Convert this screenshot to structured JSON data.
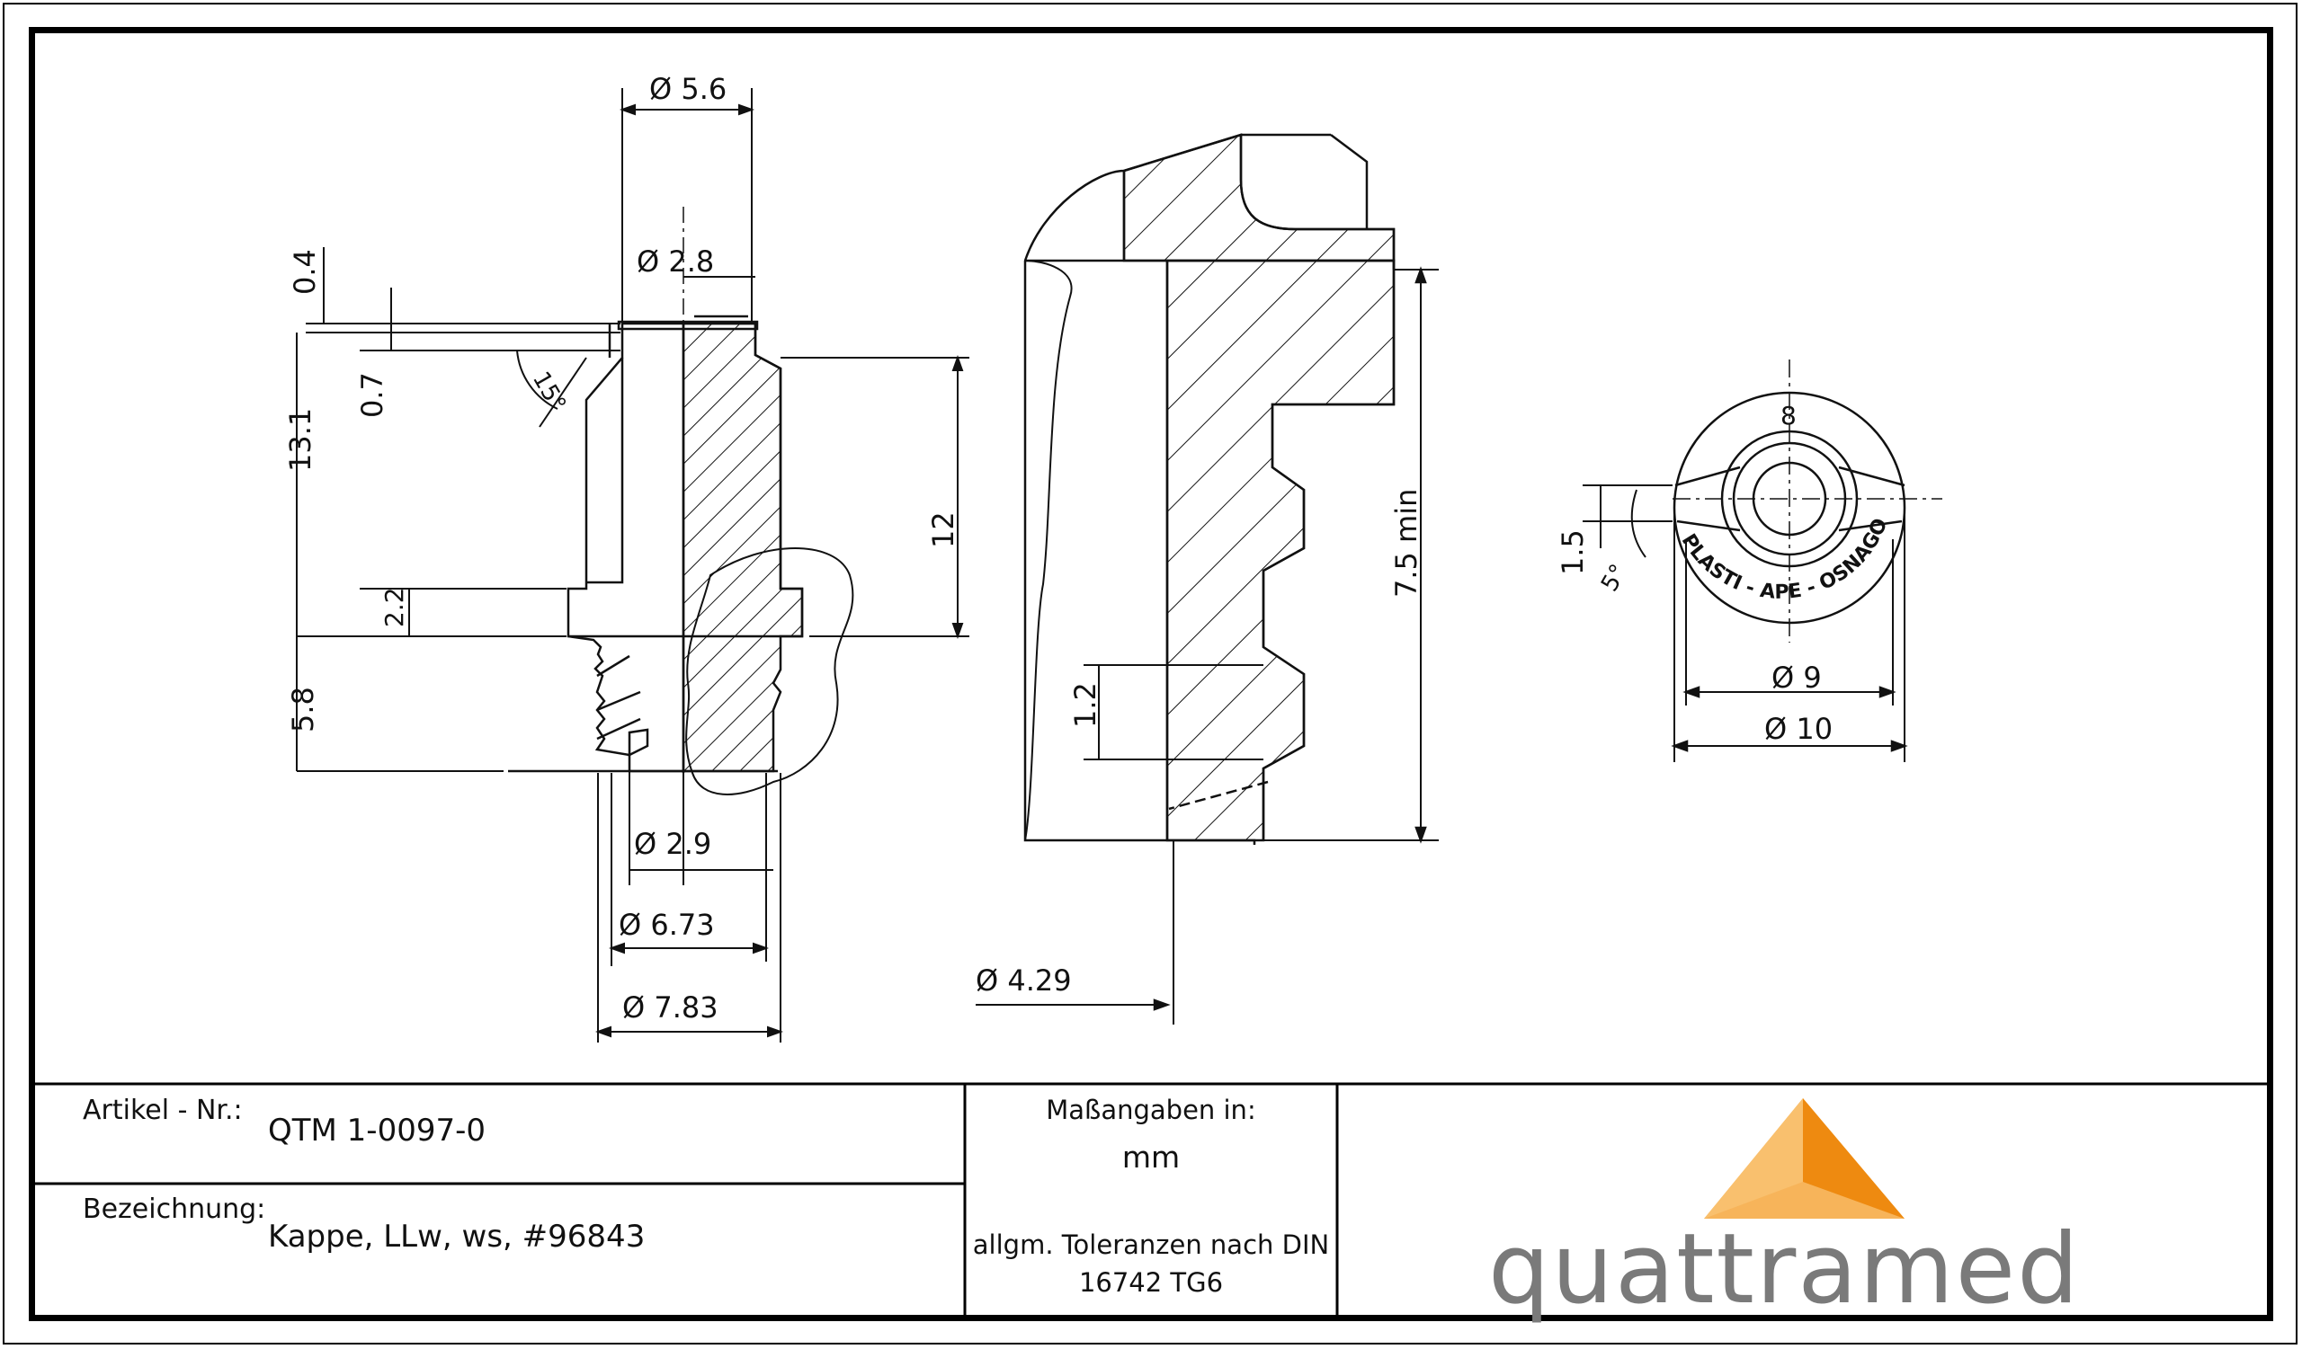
{
  "title_block": {
    "article_label": "Artikel - Nr.:",
    "article_value": "QTM 1-0097-0",
    "designation_label": "Bezeichnung:",
    "designation_value": "Kappe, LLw, ws, #96843",
    "units_label": "Maßangaben in:",
    "units_value": "mm",
    "tolerance_line1": "allgm. Toleranzen nach DIN",
    "tolerance_line2": "16742 TG6"
  },
  "logo": {
    "text": "quattramed",
    "color_light": "#f7b45a",
    "color_dark": "#ee8a10"
  },
  "dimensions": {
    "d56": "Ø 5.6",
    "d28": "Ø 2.8",
    "d04": "0.4",
    "d07": "0.7",
    "d131": "13.1",
    "d12": "12",
    "d22": "2.2",
    "d58": "5.8",
    "d29": "Ø 2.9",
    "d673": "Ø 6.73",
    "d783": "Ø 7.83",
    "angle15": "15°",
    "d75min": "7.5 min",
    "d12b": "1.2",
    "d429": "Ø 4.29",
    "d15": "1.5",
    "angle5": "5°",
    "d9": "Ø 9",
    "d10": "Ø 10",
    "mark8": "8",
    "ring_text": "PLASTI - APE - OSNAGO"
  }
}
